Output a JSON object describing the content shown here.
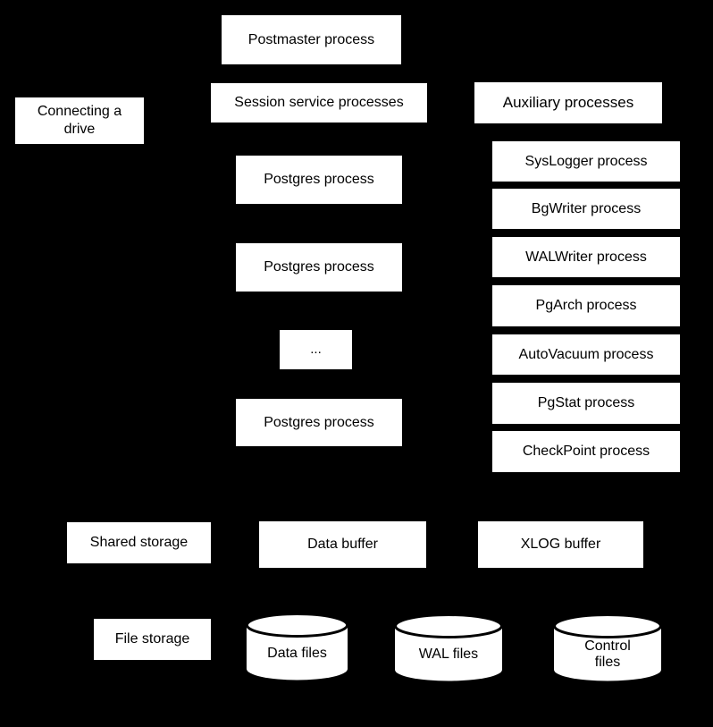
{
  "page": {
    "background_color": "#000000",
    "node_fill_color": "#ffffff",
    "node_text_color": "#000000"
  },
  "nodes": {
    "postmaster": {
      "label": "Postmaster process"
    },
    "session": {
      "label": "Session service processes"
    },
    "connecting": {
      "label": "Connecting a\ndrive"
    },
    "auxiliary": {
      "label": "Auxiliary processes"
    },
    "postgres1": {
      "label": "Postgres process"
    },
    "postgres2": {
      "label": "Postgres process"
    },
    "ellipsis": {
      "label": "..."
    },
    "postgres3": {
      "label": "Postgres process"
    },
    "syslogger": {
      "label": "SysLogger process"
    },
    "bgwriter": {
      "label": "BgWriter process"
    },
    "walwriter": {
      "label": "WALWriter process"
    },
    "pgarch": {
      "label": "PgArch process"
    },
    "autovacuum": {
      "label": "AutoVacuum process"
    },
    "pgstat": {
      "label": "PgStat process"
    },
    "checkpoint": {
      "label": "CheckPoint process"
    },
    "shared_storage": {
      "label": "Shared storage"
    },
    "data_buffer": {
      "label": "Data buffer"
    },
    "xlog_buffer": {
      "label": "XLOG buffer"
    },
    "file_storage": {
      "label": "File storage"
    },
    "data_files": {
      "label": "Data files"
    },
    "wal_files": {
      "label": "WAL files"
    },
    "control_files": {
      "label": "Control\nfiles"
    }
  }
}
